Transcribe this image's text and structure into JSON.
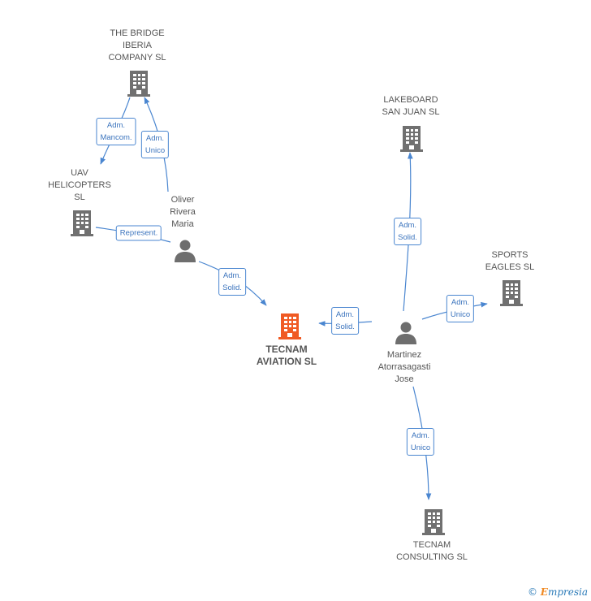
{
  "colors": {
    "edge": "#4a86d0",
    "building": "#707070",
    "main_building": "#f05a23",
    "person": "#6e6e6e"
  },
  "companies": {
    "main": {
      "lines": [
        "TECNAM",
        "AVIATION SL"
      ],
      "icon": "building-icon"
    },
    "bridge": {
      "lines": [
        "THE BRIDGE",
        "IBERIA",
        "COMPANY SL"
      ],
      "icon": "building-icon"
    },
    "uav": {
      "lines": [
        "UAV",
        "HELICOPTERS",
        "SL"
      ],
      "icon": "building-icon"
    },
    "lakeboard": {
      "lines": [
        "LAKEBOARD",
        "SAN JUAN SL"
      ],
      "icon": "building-icon"
    },
    "sports": {
      "lines": [
        "SPORTS",
        "EAGLES SL"
      ],
      "icon": "building-icon"
    },
    "consulting": {
      "lines": [
        "TECNAM",
        "CONSULTING SL"
      ],
      "icon": "building-icon"
    }
  },
  "persons": {
    "oliver": {
      "lines": [
        "Oliver",
        "Rivera",
        "Maria"
      ],
      "icon": "person-icon"
    },
    "martinez": {
      "lines": [
        "Martinez",
        "Atorrasagasti",
        "Jose"
      ],
      "icon": "person-icon"
    }
  },
  "edges": {
    "mancom": [
      "Adm.",
      "Mancom."
    ],
    "unico_bridge": [
      "Adm.",
      "Unico"
    ],
    "represent": [
      "Represent."
    ],
    "solid_oliver": [
      "Adm.",
      "Solid."
    ],
    "solid_martinez": [
      "Adm.",
      "Solid."
    ],
    "solid_lakeboard": [
      "Adm.",
      "Solid."
    ],
    "unico_sports": [
      "Adm.",
      "Unico"
    ],
    "unico_consulting": [
      "Adm.",
      "Unico"
    ]
  },
  "watermark": {
    "copyright": "©",
    "brand_first": "E",
    "brand_rest": "mpresia"
  }
}
